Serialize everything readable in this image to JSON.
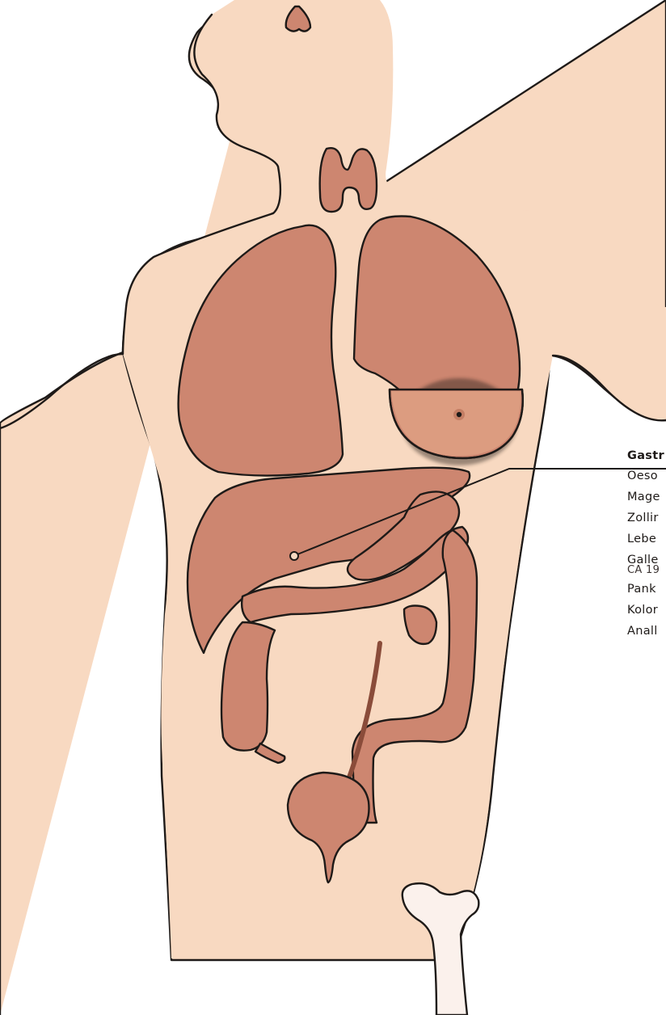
{
  "diagram": {
    "colors": {
      "skin": "#f8d9c1",
      "organ": "#cd8670",
      "breast_lower": "#dc9c80",
      "outline": "#1e1a18",
      "bone": "#fbf1ec"
    },
    "callout": {
      "heading": "Gastr",
      "items": [
        "Oeso",
        "Mage",
        "Zollir",
        "Lebe",
        "Galle",
        "CA 19",
        "Pank",
        "Kolor",
        "Anall"
      ]
    }
  }
}
